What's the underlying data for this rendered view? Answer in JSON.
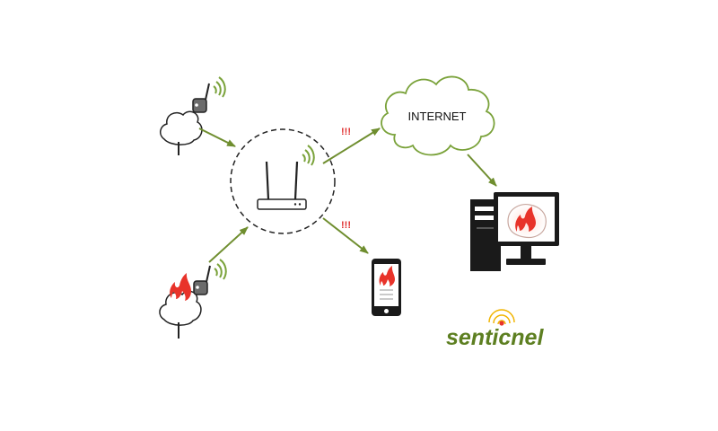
{
  "diagram": {
    "cloud_label": "INTERNET",
    "alert_upper": "!!!",
    "alert_lower": "!!!",
    "brand": {
      "part1": "senti",
      "part2": "c",
      "part3": "nel"
    }
  },
  "colors": {
    "arrow": "#6f8e2f",
    "cloud_stroke": "#7aa23a",
    "wifi": "#7aa23a",
    "fire": "#e8332a",
    "alert": "#e03030",
    "brand": "#5d7f21",
    "brand_rings": "#f1b400"
  },
  "icons": [
    "tree-icon",
    "sensor-icon",
    "wifi-icon",
    "router-icon",
    "cloud-icon",
    "smartphone-icon",
    "computer-icon",
    "fire-icon"
  ]
}
